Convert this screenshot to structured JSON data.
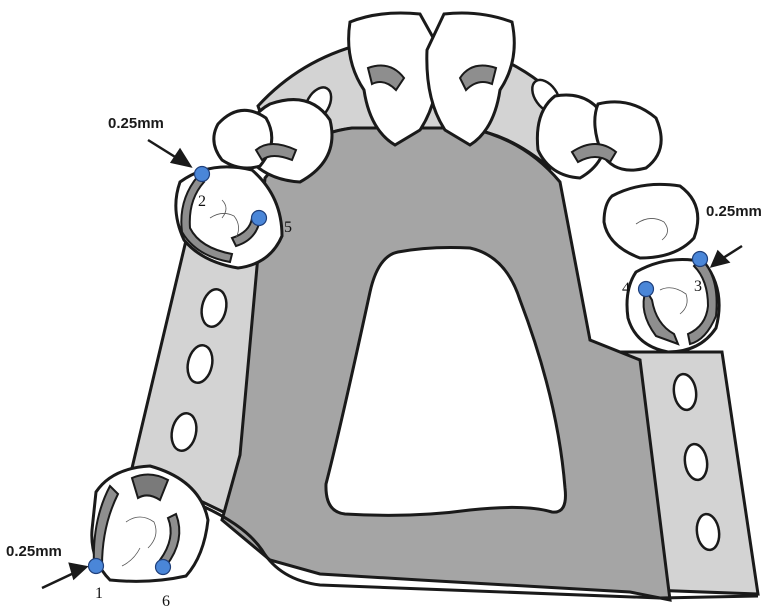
{
  "measurements": {
    "top_left": "0.25mm",
    "right": "0.25mm",
    "bottom_left": "0.25mm"
  },
  "points": {
    "p1": "1",
    "p2": "2",
    "p3": "3",
    "p4": "4",
    "p5": "5",
    "p6": "6"
  },
  "colors": {
    "framework_dark": "#a5a5a5",
    "framework_light": "#d3d3d3",
    "outline": "#1a1a1a",
    "tooth": "#ffffff",
    "contact_point": "#4a86d8"
  }
}
